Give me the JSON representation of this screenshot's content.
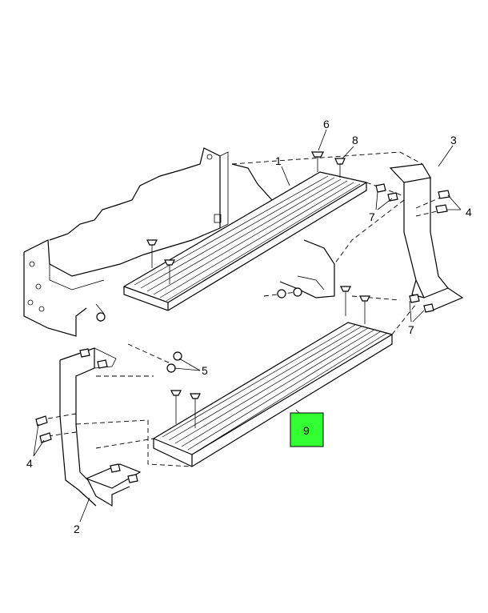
{
  "callouts": {
    "c1": "1",
    "c2": "2",
    "c3": "3",
    "c4a": "4",
    "c4b": "4",
    "c5": "5",
    "c6": "6",
    "c7a": "7",
    "c7b": "7",
    "c8": "8",
    "c9": "9"
  },
  "colors": {
    "highlight": "#33ff33",
    "line": "#000000",
    "background": "#ffffff"
  }
}
